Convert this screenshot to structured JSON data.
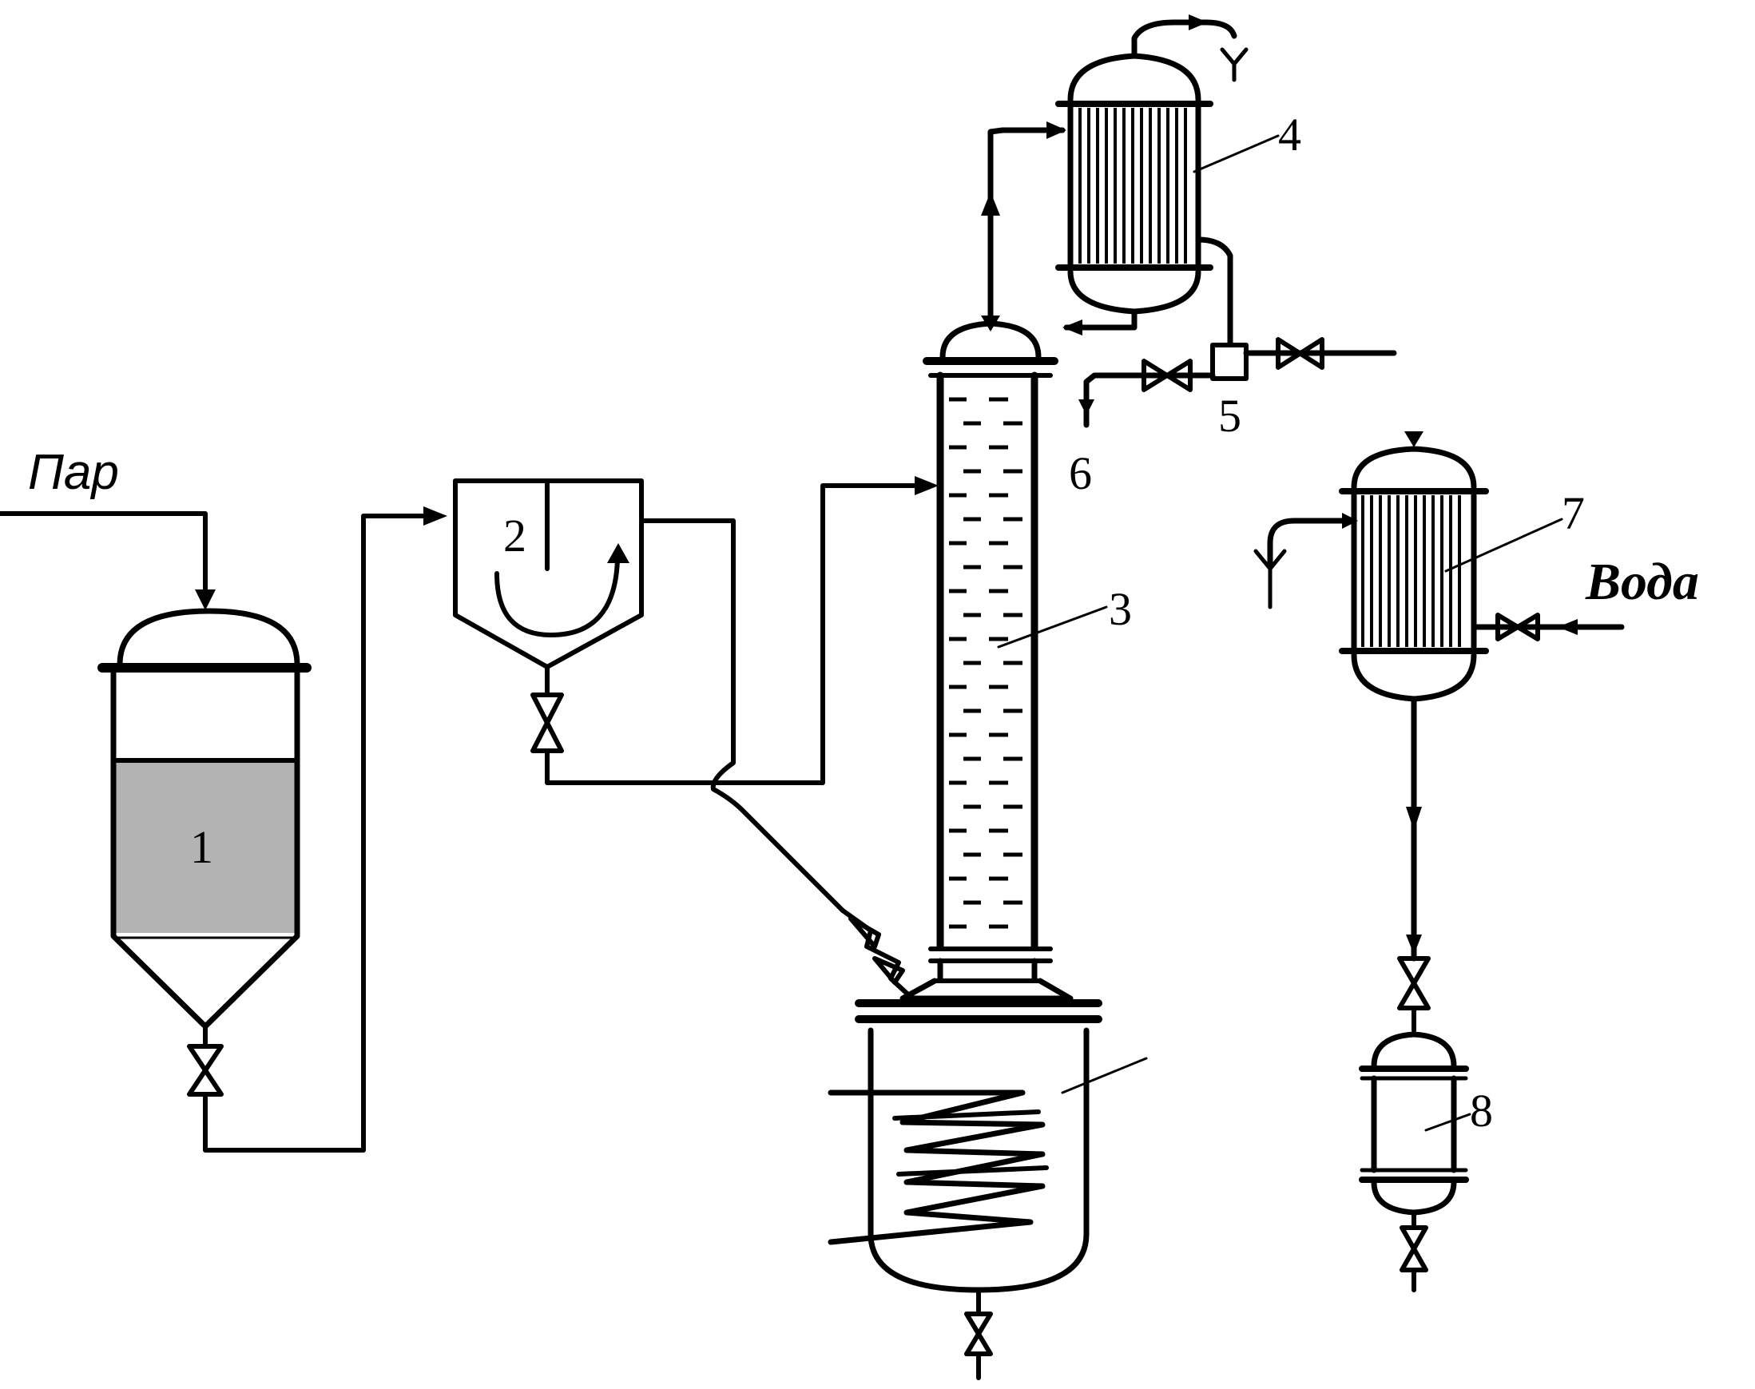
{
  "labels": {
    "steam": "Пар",
    "water": "Вода",
    "n1": "1",
    "n2": "2",
    "n3": "3",
    "n4": "4",
    "n5": "5",
    "n6": "6",
    "n7": "7",
    "n8": "8"
  },
  "colors": {
    "line": "#000000",
    "fill_charge": "#b3b3b3",
    "background": "#ffffff"
  }
}
